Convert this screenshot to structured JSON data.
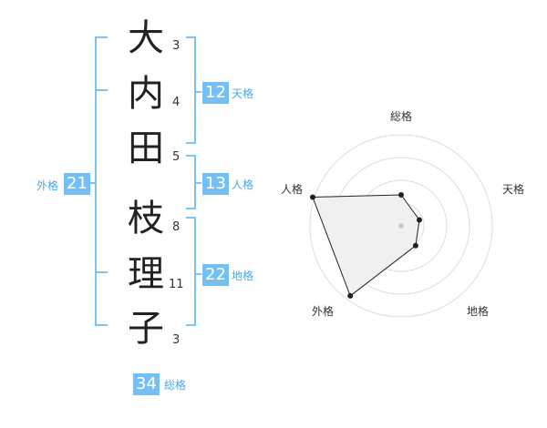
{
  "name": {
    "chars": [
      "大",
      "内",
      "田",
      "枝",
      "理",
      "子"
    ],
    "strokes": [
      "3",
      "4",
      "5",
      "8",
      "11",
      "3"
    ]
  },
  "kaku": {
    "tenkaku": {
      "value": "12",
      "label": "天格"
    },
    "jinkaku": {
      "value": "13",
      "label": "人格"
    },
    "chikaku": {
      "value": "22",
      "label": "地格"
    },
    "gaikaku": {
      "value": "21",
      "label": "外格"
    },
    "soukaku": {
      "value": "34",
      "label": "総格"
    }
  },
  "radar": {
    "axes": [
      "総格",
      "天格",
      "地格",
      "外格",
      "人格"
    ],
    "values": [
      0.34,
      0.21,
      0.27,
      0.95,
      1.02
    ],
    "max": 1.0,
    "rings": 4
  },
  "colors": {
    "accent": "#74c0f5",
    "bracket": "#7ac3f3",
    "label": "#4aa8e6",
    "text": "#222222"
  }
}
